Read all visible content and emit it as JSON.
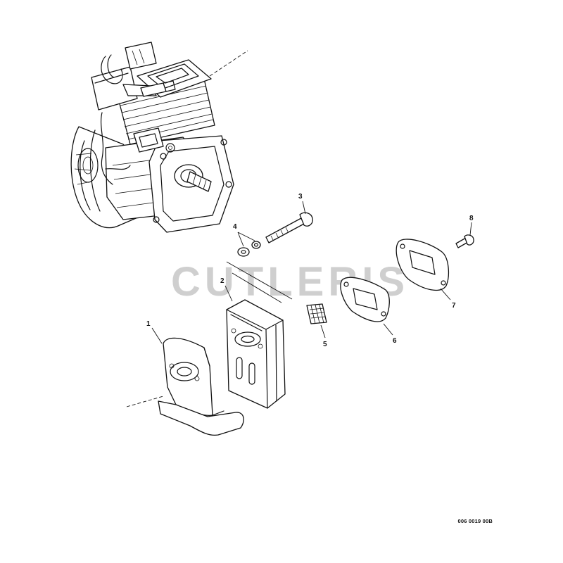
{
  "watermark": "CUTLERIS",
  "reference_code": "006 0019 00B",
  "callouts": [
    "1",
    "2",
    "3",
    "4",
    "5",
    "6",
    "7",
    "8"
  ],
  "colors": {
    "line": "#111111",
    "watermark": "#cfcfcf",
    "background": "#ffffff"
  }
}
